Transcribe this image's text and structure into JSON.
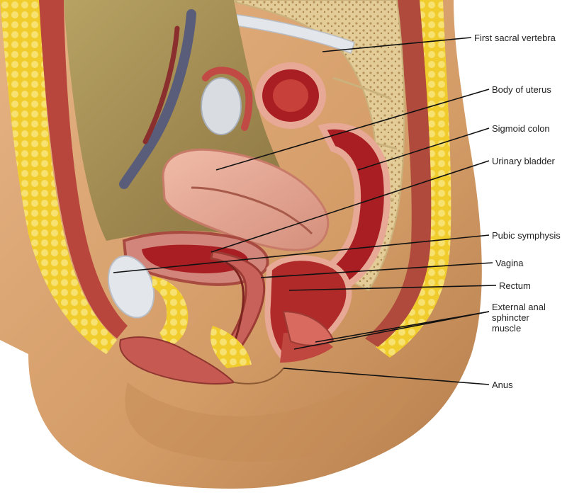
{
  "figure": {
    "labels": [
      {
        "id": "first-sacral-vertebra",
        "text": "First sacral vertebra"
      },
      {
        "id": "body-of-uterus",
        "text": "Body of uterus"
      },
      {
        "id": "sigmoid-colon",
        "text": "Sigmoid colon"
      },
      {
        "id": "urinary-bladder",
        "text": "Urinary bladder"
      },
      {
        "id": "pubic-symphysis",
        "text": "Pubic symphysis"
      },
      {
        "id": "vagina",
        "text": "Vagina"
      },
      {
        "id": "rectum",
        "text": "Rectum"
      },
      {
        "id": "external-anal-sphincter-muscle",
        "text": "External anal\nsphincter\nmuscle"
      },
      {
        "id": "anus",
        "text": "Anus"
      }
    ],
    "colors": {
      "skin": "#d9a16c",
      "skin_shadow": "#b9824f",
      "fat": "#f2d43a",
      "muscle": "#b8463d",
      "cavity": "#a58d50",
      "organ_pink": "#e8a896",
      "organ_red": "#a81e22",
      "bone": "#e6d2a6",
      "cartilage": "#e3e6ea",
      "leader_line": "#111111"
    }
  }
}
